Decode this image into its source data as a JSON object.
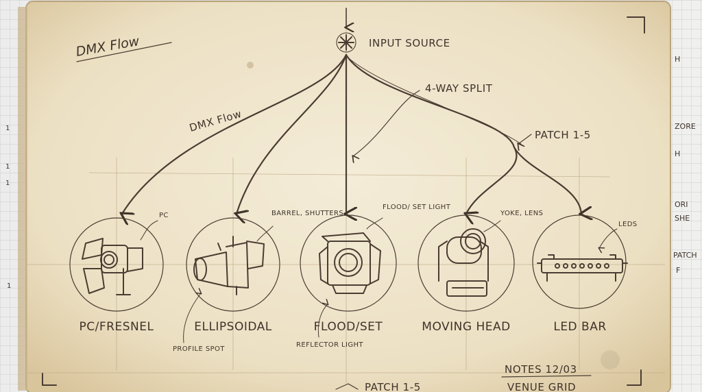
{
  "diagram": {
    "title": "DMX Flow",
    "input_label": "INPUT SOURCE",
    "flow_label": "DMX Flow",
    "split_label": "4-WAY SPLIT",
    "patch_label": "PATCH 1-5",
    "bottom_patch_label": "PATCH 1-5",
    "notes": [
      "NOTES 12/03",
      "VENUE GRID"
    ],
    "fixtures": [
      {
        "name": "PC/FRESNEL",
        "callout": "PC",
        "note": ""
      },
      {
        "name": "ELLIPSOIDAL",
        "callout": "BARREL, SHUTTERS",
        "note": "PROFILE SPOT"
      },
      {
        "name": "FLOOD/SET",
        "callout": "FLOOD/ SET LIGHT",
        "note": "REFLECTOR LIGHT"
      },
      {
        "name": "MOVING HEAD",
        "callout": "YOKE, LENS",
        "note": ""
      },
      {
        "name": "LED BAR",
        "callout": "LEDS",
        "note": ""
      }
    ],
    "side_page_fragments": [
      "ZORE",
      "H",
      "ORI",
      "SHE",
      "PATCH",
      "F"
    ]
  },
  "colors": {
    "paper": "#efe6d0",
    "ink": "#3f332a",
    "grid": "#c9c9c9"
  }
}
